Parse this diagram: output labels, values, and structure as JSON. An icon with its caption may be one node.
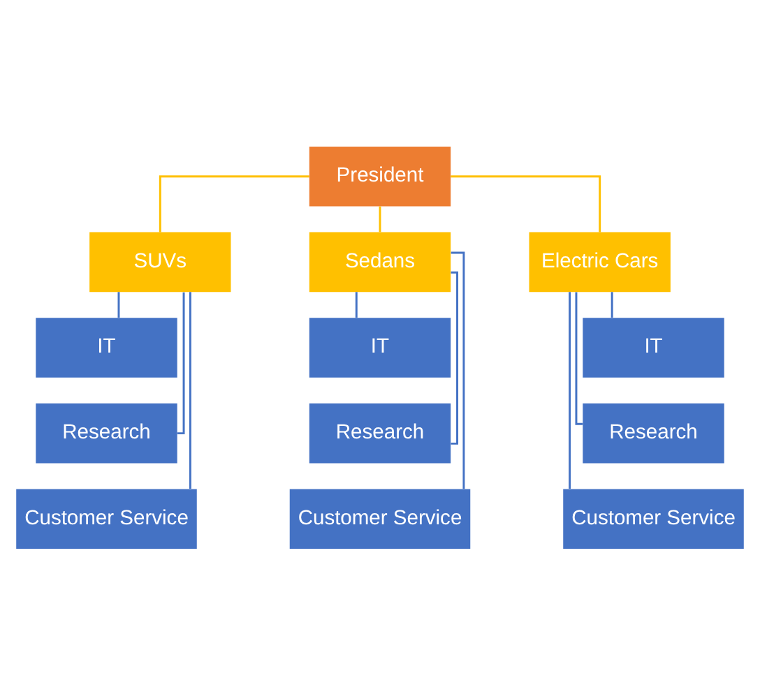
{
  "diagram": {
    "nodes": [
      {
        "text": [
          "President"
        ]
      },
      {
        "text": [
          "SUVs"
        ]
      },
      {
        "text": [
          "Sedans"
        ]
      },
      {
        "text": [
          "Electric Cars"
        ]
      },
      {
        "text": [
          "IT"
        ]
      },
      {
        "text": [
          "Research"
        ]
      },
      {
        "text": [
          "Customer Service"
        ]
      },
      {
        "text": [
          "IT"
        ]
      },
      {
        "text": [
          "Research"
        ]
      },
      {
        "text": [
          "Customer Service"
        ]
      },
      {
        "text": [
          "IT"
        ]
      },
      {
        "text": [
          "Research"
        ]
      },
      {
        "text": [
          "Customer Service"
        ]
      }
    ],
    "edges": [
      {
        "from": 0,
        "to": 1,
        "arrow": "none",
        "color": "#ffc000"
      },
      {
        "from": 0,
        "to": 2,
        "arrow": "none",
        "color": "#ffc000"
      },
      {
        "from": 0,
        "to": 3,
        "arrow": "none",
        "color": "#ffc000"
      },
      {
        "from": 1,
        "to": 4,
        "arrow": "none"
      },
      {
        "from": 1,
        "to": 5,
        "arrow": "none"
      },
      {
        "from": 1,
        "to": 6,
        "arrow": "none"
      },
      {
        "from": 2,
        "to": 7,
        "arrow": "none"
      },
      {
        "from": 2,
        "to": 8,
        "arrow": "none"
      },
      {
        "from": 2,
        "to": 9,
        "arrow": "none"
      },
      {
        "from": 3,
        "to": 10,
        "arrow": "none"
      },
      {
        "from": 3,
        "to": 11,
        "arrow": "none"
      },
      {
        "from": 3,
        "to": 12,
        "arrow": "none"
      }
    ]
  }
}
